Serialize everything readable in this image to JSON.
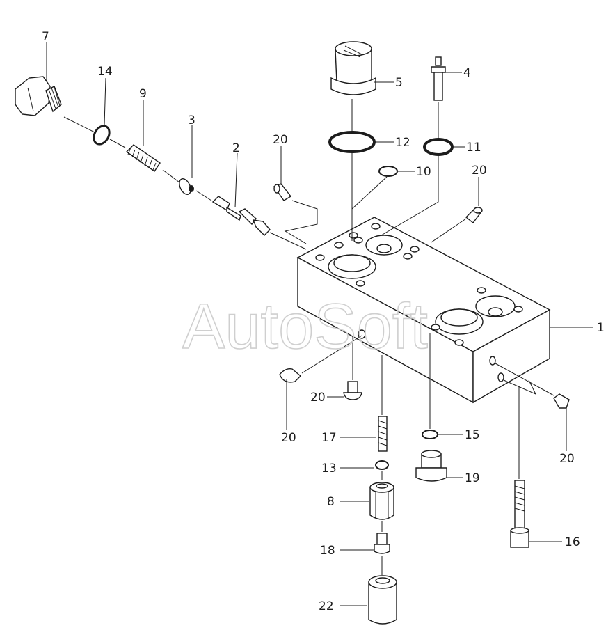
{
  "watermark": "AutoSoft",
  "callouts": {
    "c1": "1",
    "c2": "2",
    "c3": "3",
    "c4": "4",
    "c5": "5",
    "c7": "7",
    "c8": "8",
    "c9": "9",
    "c10": "10",
    "c11": "11",
    "c12": "12",
    "c13": "13",
    "c14": "14",
    "c15": "15",
    "c16": "16",
    "c17": "17",
    "c18": "18",
    "c19": "19",
    "c20a": "20",
    "c20b": "20",
    "c20c": "20",
    "c20d": "20",
    "c20e": "20",
    "c22": "22"
  },
  "colors": {
    "ink": "#1c1c1c",
    "watermark": "#cfcfcf",
    "background": "#ffffff"
  }
}
